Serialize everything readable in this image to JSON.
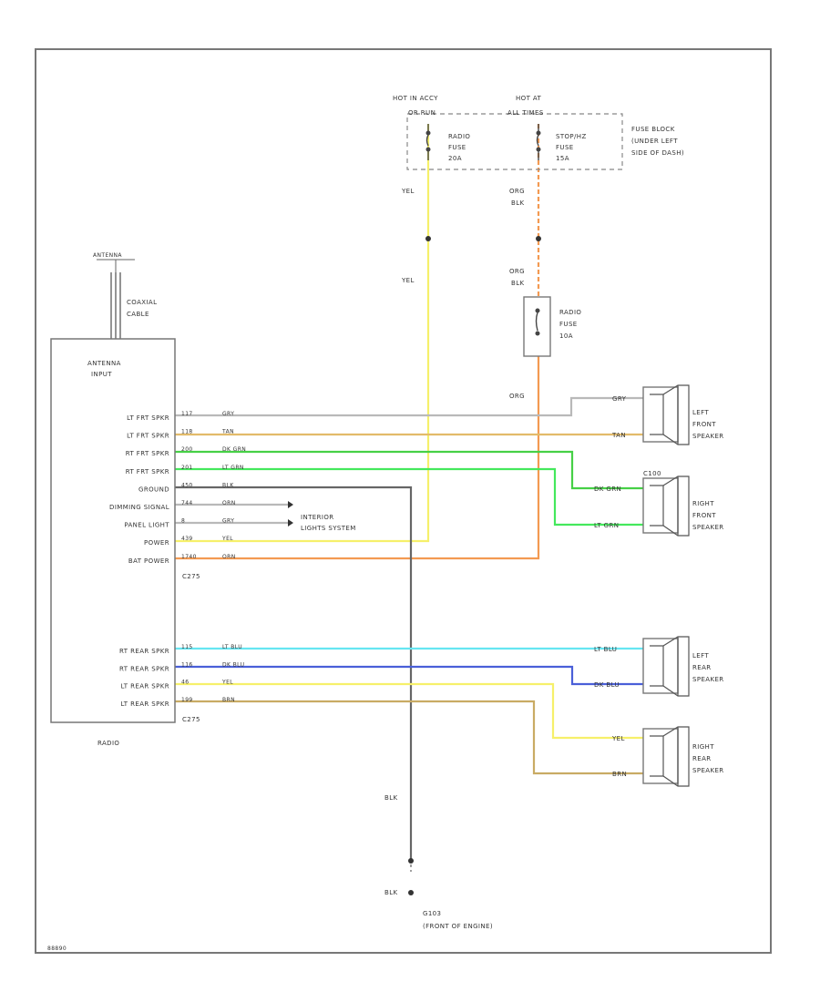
{
  "fuse_block": {
    "hot_acc_line1": "HOT IN ACCY",
    "hot_acc_line2": "OR RUN",
    "hot_all_line1": "HOT AT",
    "hot_all_line2": "ALL TIMES",
    "radio_fuse_lines": [
      "RADIO",
      "FUSE",
      "20A"
    ],
    "stop_haz_fuse_lines": [
      "STOP/HZ",
      "FUSE",
      "15A"
    ],
    "location_lines": [
      "FUSE BLOCK",
      "(UNDER LEFT",
      "SIDE OF DASH)"
    ]
  },
  "inline_fuse": {
    "lines": [
      "RADIO",
      "FUSE",
      "10A"
    ]
  },
  "antenna": {
    "label": "ANTENNA",
    "cable_lines": [
      "COAXIAL",
      "CABLE"
    ]
  },
  "radio": {
    "name": "RADIO",
    "antenna_input_lines": [
      "ANTENNA",
      "INPUT"
    ],
    "connector_upper": "C275",
    "connector_lower": "C275",
    "upper_pins": [
      {
        "label": "LT FRT SPKR",
        "circuit": "117",
        "color": "GRY"
      },
      {
        "label": "LT FRT SPKR",
        "circuit": "118",
        "color": "TAN"
      },
      {
        "label": "RT FRT SPKR",
        "circuit": "200",
        "color": "DK GRN"
      },
      {
        "label": "RT FRT SPKR",
        "circuit": "201",
        "color": "LT GRN"
      },
      {
        "label": "GROUND",
        "circuit": "450",
        "color": "BLK"
      },
      {
        "label": "DIMMING SIGNAL",
        "circuit": "744",
        "color": "ORN"
      },
      {
        "label": "PANEL LIGHT",
        "circuit": "8",
        "color": "GRY"
      },
      {
        "label": "POWER",
        "circuit": "439",
        "color": "YEL"
      },
      {
        "label": "BAT POWER",
        "circuit": "1740",
        "color": "ORN"
      }
    ],
    "lower_pins": [
      {
        "label": "RT REAR SPKR",
        "circuit": "115",
        "color": "LT BLU"
      },
      {
        "label": "RT REAR SPKR",
        "circuit": "116",
        "color": "DK BLU"
      },
      {
        "label": "LT REAR SPKR",
        "circuit": "46",
        "color": "YEL"
      },
      {
        "label": "LT REAR SPKR",
        "circuit": "199",
        "color": "BRN"
      }
    ]
  },
  "interior_lights_lines": [
    "INTERIOR",
    "LIGHTS SYSTEM"
  ],
  "speakers": {
    "left_front": [
      "LEFT",
      "FRONT",
      "SPEAKER"
    ],
    "right_front": [
      "RIGHT",
      "FRONT",
      "SPEAKER"
    ],
    "left_rear": [
      "LEFT",
      "REAR",
      "SPEAKER"
    ],
    "right_rear": [
      "RIGHT",
      "REAR",
      "SPEAKER"
    ],
    "right_front_connector": "C100"
  },
  "wire_labels": {
    "yel_a": "YEL",
    "yel_b": "YEL",
    "org_blk_a1": "ORG",
    "org_blk_a2": "BLK",
    "org_blk_b1": "ORG",
    "org_blk_b2": "BLK",
    "org": "ORG",
    "lf_gry": "GRY",
    "lf_tan": "TAN",
    "rf_dkgrn": "DK GRN",
    "rf_ltgrn": "LT GRN",
    "lr_ltblu": "LT BLU",
    "lr_dkblu": "DK BLU",
    "rr_yel": "YEL",
    "rr_brn": "BRN",
    "gnd_blk_a": "BLK",
    "gnd_blk_b": "BLK"
  },
  "ground": {
    "id": "G103",
    "desc": "(FRONT OF ENGINE)"
  },
  "corner_code": "88890",
  "colors": {
    "yel": "#f6f06a",
    "orange": "#f39a52",
    "tan": "#e2bb6a",
    "dk_grn": "#46d046",
    "lt_grn": "#44e85c",
    "lt_blu": "#66e6f2",
    "dk_blu": "#4a5fd8",
    "brn": "#c9ab64",
    "gry": "#b9b9b9",
    "blk": "#666666"
  }
}
